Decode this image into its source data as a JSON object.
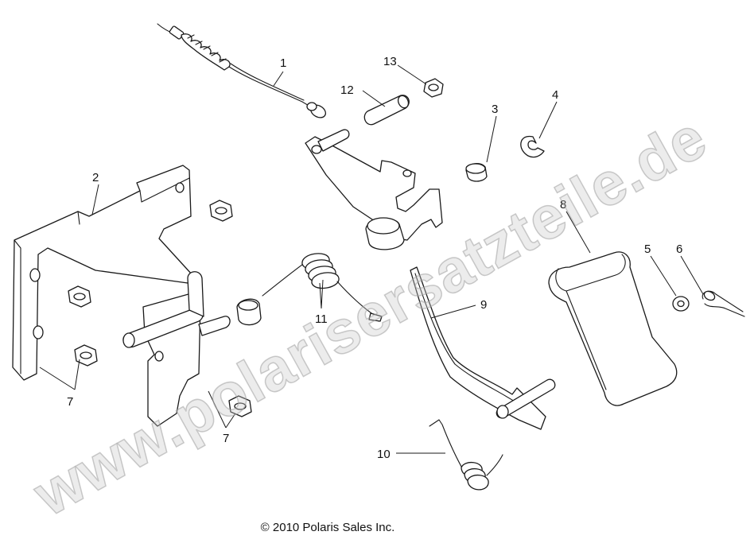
{
  "watermark": "www.polarisersatzteile.de",
  "callouts": {
    "c1": "1",
    "c2": "2",
    "c3": "3",
    "c4": "4",
    "c5": "5",
    "c6": "6",
    "c7a": "7",
    "c7b": "7",
    "c8": "8",
    "c9": "9",
    "c10": "10",
    "c11": "11",
    "c12": "12",
    "c13": "13"
  },
  "copyright": "© 2010 Polaris Sales Inc.",
  "colors": {
    "line": "#1a1a1a",
    "watermark": "#c8c8c8",
    "background": "#ffffff"
  }
}
